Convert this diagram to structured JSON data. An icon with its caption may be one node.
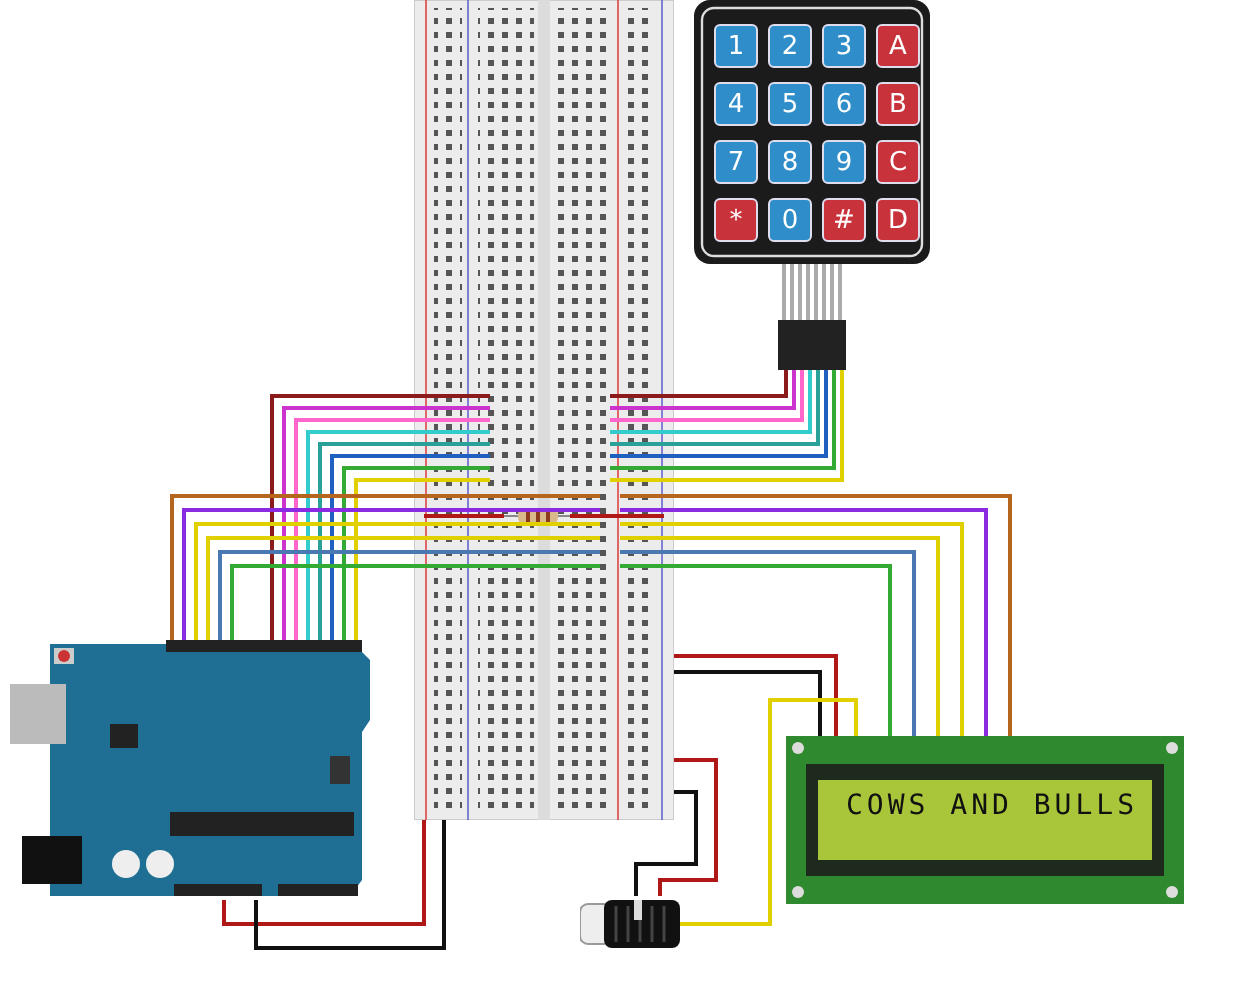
{
  "diagram": {
    "nodes": [
      {
        "text": [
          "1",
          "2",
          "3",
          "A",
          "4",
          "5",
          "6",
          "B",
          "7",
          "8",
          "9",
          "C",
          "*",
          "0",
          "#",
          "D"
        ]
      },
      {
        "text": [],
        "shape": "picture"
      },
      {
        "text": [],
        "shape": "picture"
      },
      {
        "text": [
          "COWS AND BULLS"
        ]
      },
      {
        "text": [],
        "shape": "picture"
      }
    ],
    "edges": [
      {
        "from": 0,
        "to": 1,
        "arrow": "none",
        "color": "#8b1a1a"
      },
      {
        "from": 0,
        "to": 1,
        "arrow": "none",
        "color": "#cc33cc"
      },
      {
        "from": 0,
        "to": 1,
        "arrow": "none",
        "color": "#ff66cc"
      },
      {
        "from": 0,
        "to": 1,
        "arrow": "none",
        "color": "#33cccc"
      },
      {
        "from": 0,
        "to": 1,
        "arrow": "none",
        "color": "#2aa198"
      },
      {
        "from": 0,
        "to": 1,
        "arrow": "none",
        "color": "#1f5fbf"
      },
      {
        "from": 0,
        "to": 1,
        "arrow": "none",
        "color": "#33aa33"
      },
      {
        "from": 0,
        "to": 1,
        "arrow": "none",
        "color": "#e0d000"
      },
      {
        "from": 1,
        "to": 2,
        "arrow": "none",
        "color": "#8b1a1a"
      },
      {
        "from": 1,
        "to": 2,
        "arrow": "none",
        "color": "#cc33cc"
      },
      {
        "from": 1,
        "to": 2,
        "arrow": "none",
        "color": "#ff66cc"
      },
      {
        "from": 1,
        "to": 2,
        "arrow": "none",
        "color": "#33cccc"
      },
      {
        "from": 1,
        "to": 2,
        "arrow": "none",
        "color": "#2aa198"
      },
      {
        "from": 1,
        "to": 2,
        "arrow": "none",
        "color": "#1f5fbf"
      },
      {
        "from": 1,
        "to": 2,
        "arrow": "none",
        "color": "#33aa33"
      },
      {
        "from": 1,
        "to": 2,
        "arrow": "none",
        "color": "#e0d000"
      },
      {
        "from": 2,
        "to": 1,
        "arrow": "none",
        "color": "#b5651d"
      },
      {
        "from": 2,
        "to": 1,
        "arrow": "none",
        "color": "#8a2be2"
      },
      {
        "from": 2,
        "to": 1,
        "arrow": "none",
        "color": "#e0d000"
      },
      {
        "from": 2,
        "to": 1,
        "arrow": "none",
        "color": "#e0d000"
      },
      {
        "from": 2,
        "to": 1,
        "arrow": "none",
        "color": "#4a78b0"
      },
      {
        "from": 2,
        "to": 1,
        "arrow": "none",
        "color": "#33aa33"
      },
      {
        "from": 1,
        "to": 3,
        "arrow": "none",
        "color": "#b5651d"
      },
      {
        "from": 1,
        "to": 3,
        "arrow": "none",
        "color": "#8a2be2"
      },
      {
        "from": 1,
        "to": 3,
        "arrow": "none",
        "color": "#e0d000"
      },
      {
        "from": 1,
        "to": 3,
        "arrow": "none",
        "color": "#e0d000"
      },
      {
        "from": 1,
        "to": 3,
        "arrow": "none",
        "color": "#4a78b0"
      },
      {
        "from": 1,
        "to": 3,
        "arrow": "none",
        "color": "#33aa33"
      },
      {
        "from": 2,
        "to": 1,
        "arrow": "none",
        "color": "#b01818"
      },
      {
        "from": 2,
        "to": 1,
        "arrow": "none",
        "color": "#111111"
      },
      {
        "from": 1,
        "to": 3,
        "arrow": "none",
        "color": "#b01818"
      },
      {
        "from": 1,
        "to": 3,
        "arrow": "none",
        "color": "#111111"
      },
      {
        "from": 1,
        "to": 4,
        "arrow": "none",
        "color": "#b01818"
      },
      {
        "from": 1,
        "to": 4,
        "arrow": "none",
        "color": "#111111"
      },
      {
        "from": 4,
        "to": 3,
        "arrow": "none",
        "color": "#e0d000"
      }
    ]
  }
}
